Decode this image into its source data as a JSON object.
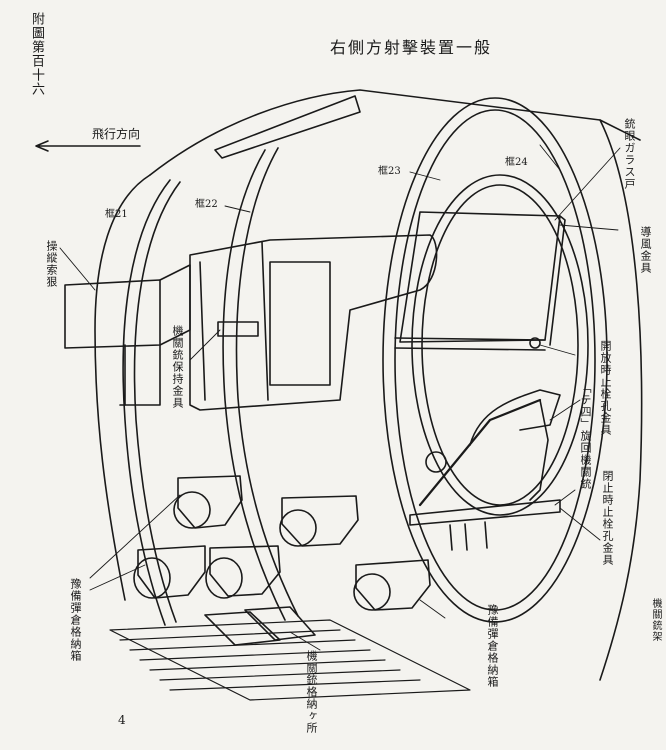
{
  "figure_number": "附圖第百十六",
  "title": "右側方射擊裝置一般",
  "flight_direction": "飛行方向",
  "frames": {
    "f21": "框21",
    "f22": "框22",
    "f23": "框23",
    "f24": "框24"
  },
  "labels": {
    "control_cable": "操縱索狠",
    "gun_holder": "機關銃保持金具",
    "window": "銃眼ガラス戸",
    "guide_fitting": "導風金具",
    "open_stop": "開放時止栓孔金具",
    "gun_name": "「テ四」旋回機關銃",
    "close_stop": "閉止時止栓孔金具",
    "gun_mount": "機關銃架",
    "spare_mag_left": "豫備彈倉格納箱",
    "spare_mag_right": "豫備彈倉格納箱",
    "gun_storage": "機關銃格納ヶ所"
  },
  "page_mark": "4",
  "colors": {
    "ink": "#1a1a1a",
    "paper": "#f4f3ef"
  }
}
